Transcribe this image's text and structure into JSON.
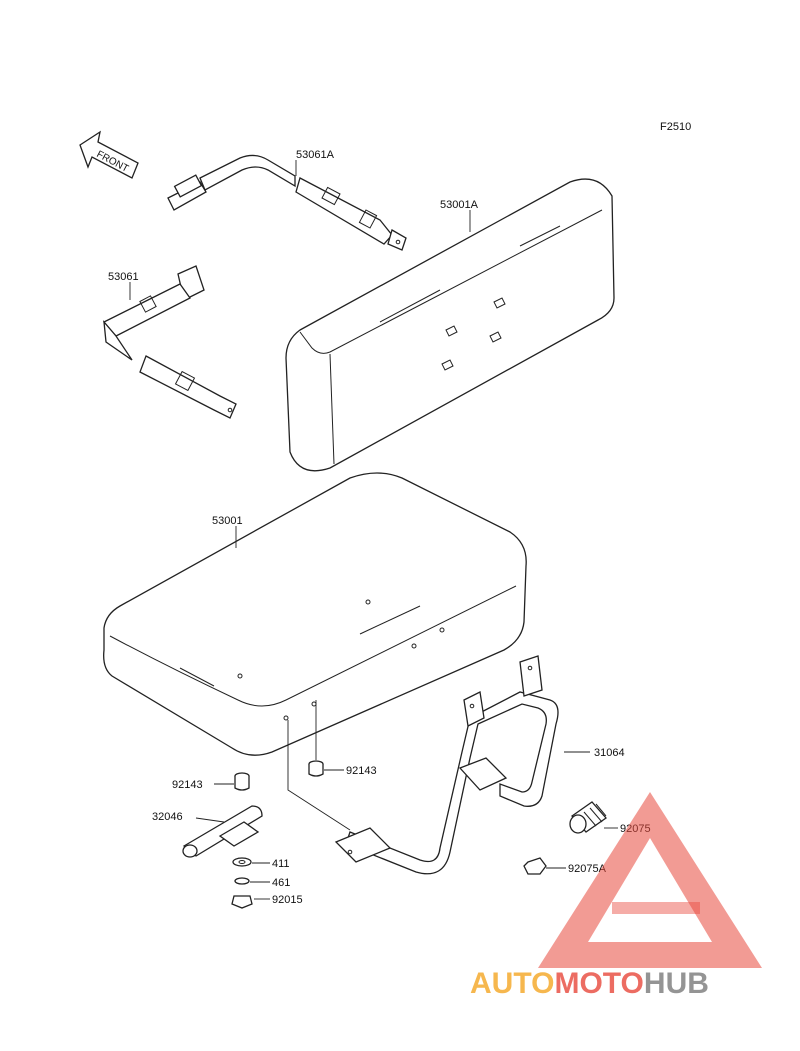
{
  "figure_code": "F2510",
  "front_arrow_label": "FRONT",
  "callouts": {
    "strap_a": "53061A",
    "backrest": "53001A",
    "strap": "53061",
    "seat": "53001",
    "bracket": "31064",
    "damper_left": "92143",
    "damper_right": "92143",
    "pipe": "32046",
    "washer": "411",
    "lock_washer": "461",
    "nut": "92015",
    "collar": "92075",
    "nut_a": "92075A"
  },
  "watermark": {
    "text_part1": "AUTO",
    "text_part2": "MOTO",
    "text_part3": "HUB",
    "color_orange": "#f5a623",
    "color_red": "#e8483c",
    "color_grey": "#7a7a7a"
  }
}
